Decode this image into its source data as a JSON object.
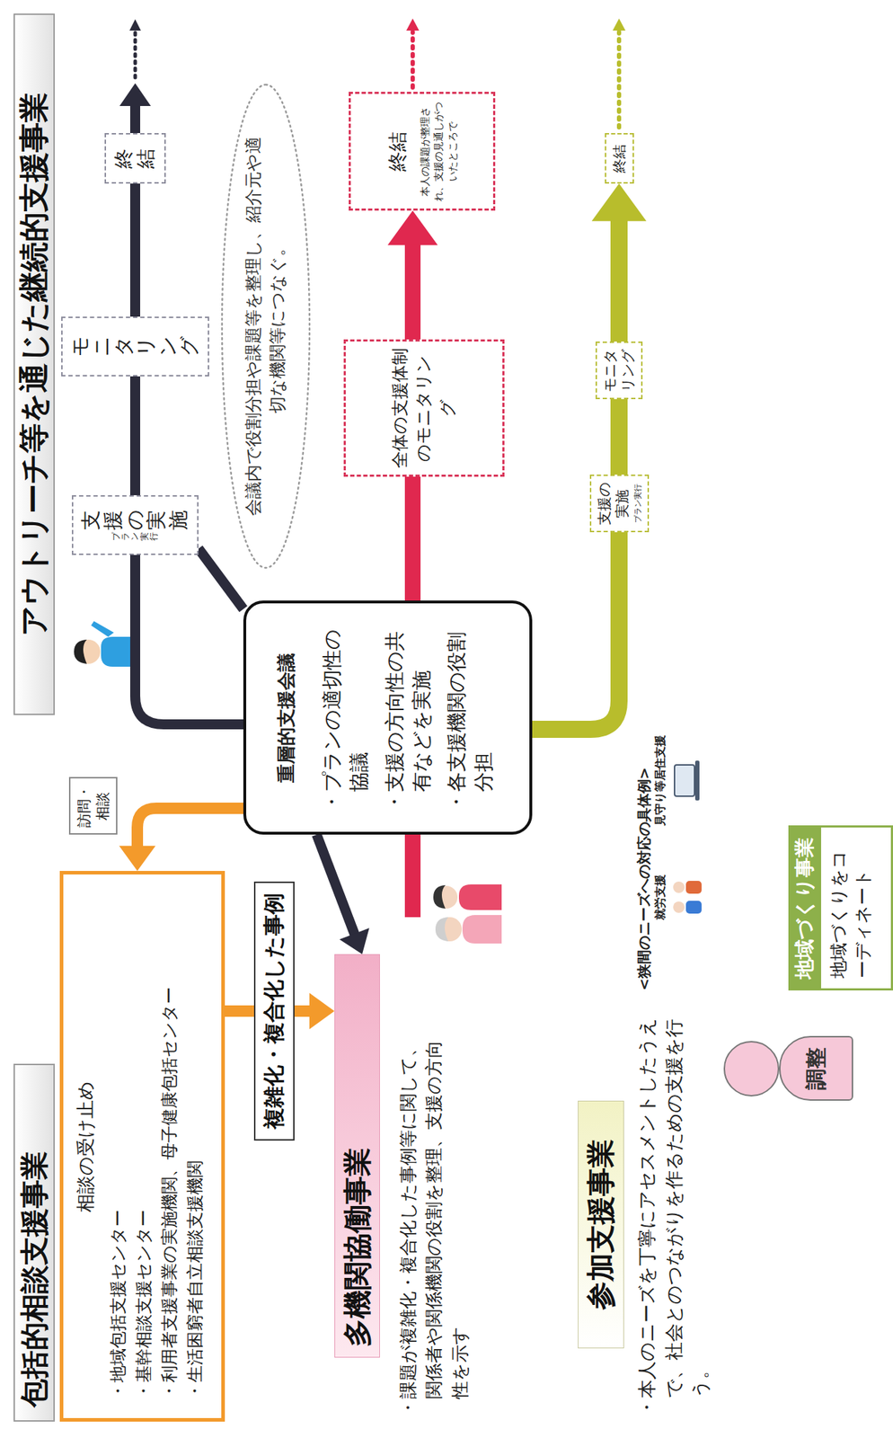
{
  "diagram": {
    "nodes": [
      {
        "text": [
          "包括的相談支援事業",
          "相談の受け止め",
          "・地域包括支援センター",
          "・基幹相談支援センター",
          "・利用者支援事業の実施機関、母子健康包括センター",
          "・生活困窮者自立相談支援機関"
        ]
      },
      {
        "text": [
          "アウトリーチ等を通じた継続的支援事業"
        ]
      },
      {
        "text": [
          "訪問・相談"
        ]
      },
      {
        "text": [
          "支援の実施",
          "プラン実行"
        ]
      },
      {
        "text": [
          "モニタリング"
        ]
      },
      {
        "text": [
          "終結"
        ]
      },
      {
        "text": [
          "会議内で役割分担や課題等を整理し、紹介元や適切な機関等につなぐ。"
        ]
      },
      {
        "text": [
          "重層的支援会議",
          "・プランの適切性の協議",
          "・支援の方向性の共有などを実施",
          "・各支援機関の役割分担"
        ]
      },
      {
        "text": [
          "多機関協働事業",
          "・課題が複雑化・複合化した事例等に関して、関係者や関係機関の役割を整理、支援の方向性を示す"
        ]
      },
      {
        "text": [
          "全体の支援体制のモニタリング"
        ]
      },
      {
        "text": [
          "終結",
          "本人の課題が整理され、支援の見通しがついたところで"
        ]
      },
      {
        "text": [
          "参加支援事業",
          "・本人のニーズを丁寧にアセスメントしたうえで、社会とのつながりを作るための支援を行う。"
        ]
      },
      {
        "text": [
          "支援の実施",
          "プラン実行"
        ]
      },
      {
        "text": [
          "モニタリング"
        ]
      },
      {
        "text": [
          "終結"
        ]
      },
      {
        "text": [
          "調整"
        ]
      },
      {
        "text": [
          "地域づくり事業",
          "地域づくりをコーディネート"
        ]
      }
    ],
    "edges": [
      {
        "from": 7,
        "to": 0,
        "arrow": "to"
      },
      {
        "from": 0,
        "to": 8,
        "label": "複雑化・複合化した事例",
        "arrow": "to"
      },
      {
        "from": 7,
        "to": 3,
        "arrow": "none"
      },
      {
        "from": 3,
        "to": 4,
        "arrow": "none"
      },
      {
        "from": 4,
        "to": 5,
        "arrow": "none"
      },
      {
        "from": 3,
        "to": 7,
        "arrow": "none"
      },
      {
        "from": 7,
        "to": 8,
        "arrow": "to"
      },
      {
        "from": 7,
        "to": 9,
        "arrow": "none"
      },
      {
        "from": 9,
        "to": 10,
        "arrow": "to"
      },
      {
        "from": 7,
        "to": 12,
        "arrow": "none"
      },
      {
        "from": 12,
        "to": 13,
        "arrow": "none"
      },
      {
        "from": 13,
        "to": 14,
        "arrow": "to"
      }
    ],
    "labels": [
      "<狭間のニーズへの対応の具体例>",
      "就労支援",
      "見守り等居住支援"
    ]
  }
}
